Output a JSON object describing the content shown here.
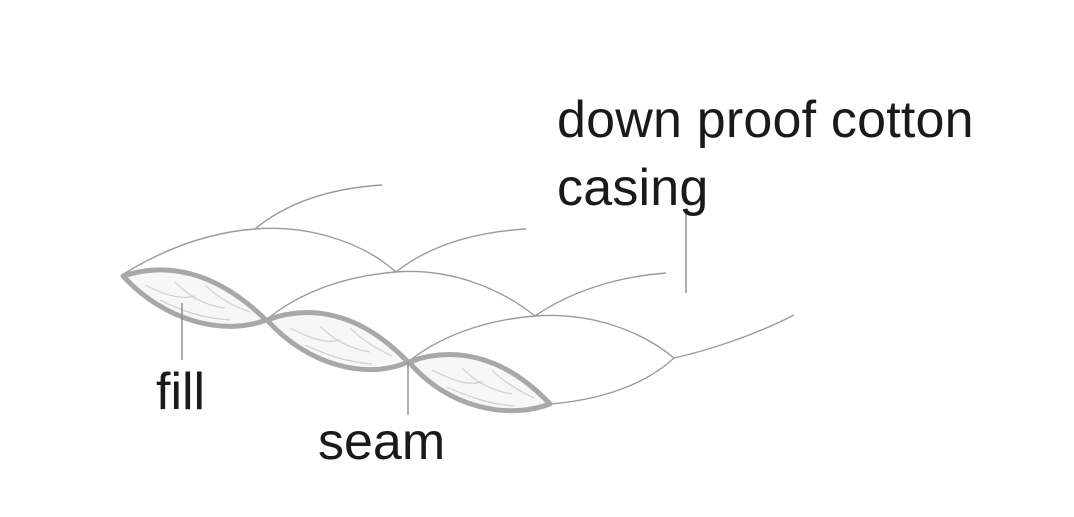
{
  "labels": {
    "casing_line1": "down proof cotton",
    "casing_line2": "casing",
    "fill": "fill",
    "seam": "seam"
  },
  "colors": {
    "outline": "#9a9a9a",
    "fill_edge": "#a8a8a8",
    "fill_body": "#f7f7f7",
    "text": "#1a1a1a"
  }
}
